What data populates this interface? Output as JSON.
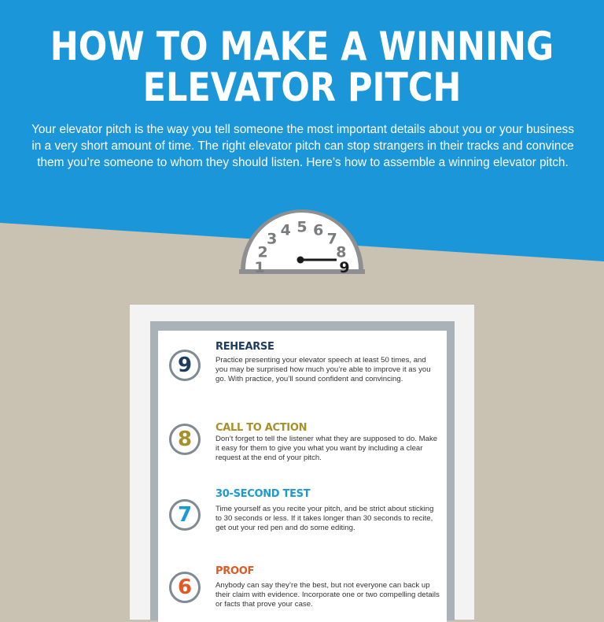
{
  "header": {
    "title_line1": "HOW TO MAKE  A WINNING",
    "title_line2": "ELEVATOR PITCH",
    "intro": "Your elevator pitch is the way you tell someone the most important details about you or your business in a very short amount of time. The right elevator pitch can stop strangers in their tracks and convince them you’re someone to whom they should listen. Here’s how to assemble a winning elevator pitch."
  },
  "floor_indicator": {
    "floors": [
      "1",
      "2",
      "3",
      "4",
      "5",
      "6",
      "7",
      "8",
      "9"
    ],
    "current_floor": "9"
  },
  "steps": [
    {
      "number": "9",
      "title": "REHEARSE",
      "color": "#1d3d5f",
      "text": "Practice presenting your elevator speech at least 50 times, and you may be surprised how much you’re able to improve it as you go. With practice, you’ll sound confident and convincing."
    },
    {
      "number": "8",
      "title": "CALL TO ACTION",
      "color": "#a88f27",
      "text": "Don’t forget to tell the listener what they are supposed to do. Make it easy for them to give you what you want by including a clear request at the end of your pitch."
    },
    {
      "number": "7",
      "title": "30-SECOND TEST",
      "color": "#1a9ad6",
      "text": "Time yourself as you recite your pitch, and be strict about sticking to 30 seconds or less. If it takes longer than 30 seconds to recite, get out your red pen and do some editing."
    },
    {
      "number": "6",
      "title": "PROOF",
      "color": "#e15a25",
      "text": "Anybody can say they’re the best, but not everyone can back up their claim with evidence. Incorporate one or two compelling details or facts that prove your case."
    }
  ],
  "colors": {
    "header_blue": "#1b96d9",
    "wall": "#c9c1b1"
  }
}
